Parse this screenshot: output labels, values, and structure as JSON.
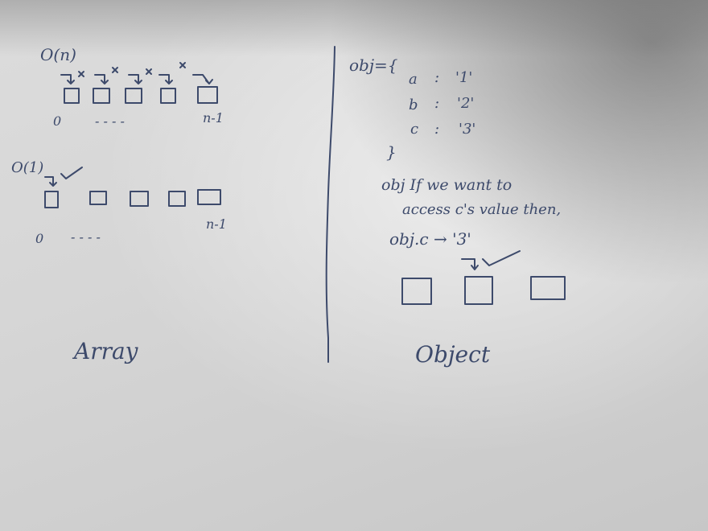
{
  "array_side": {
    "complexity_n": "O(n)",
    "complexity_1": "O(1)",
    "index_start": "0",
    "index_end": "n-1",
    "dots": "- - - -",
    "label": "Array"
  },
  "object_side": {
    "obj_open": "obj={",
    "pairs": [
      {
        "key": "a",
        "sep": ":",
        "value": "'1'"
      },
      {
        "key": "b",
        "sep": ":",
        "value": "'2'"
      },
      {
        "key": "c",
        "sep": ":",
        "value": "'3'"
      }
    ],
    "obj_close": "}",
    "note_line1": "obj If we want to",
    "note_line2": "access c's value then,",
    "access_line": "obj.c → '3'",
    "label": "Object"
  }
}
